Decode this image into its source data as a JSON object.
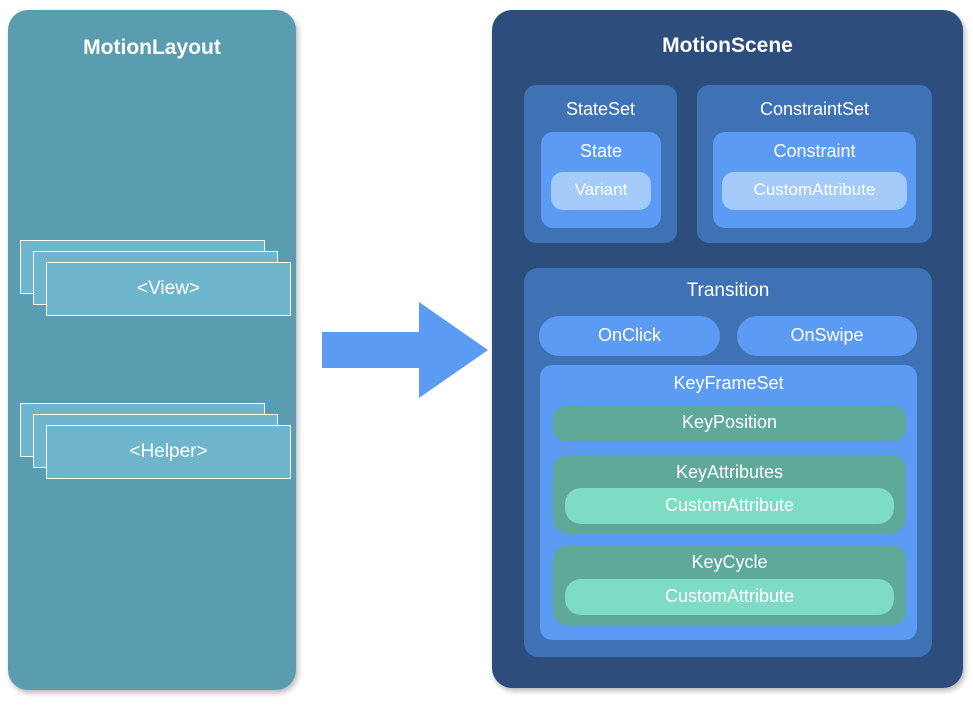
{
  "diagram": {
    "left_panel": {
      "title": "MotionLayout",
      "color": "#5a9cb0",
      "stacks": [
        {
          "label": "<View>",
          "color": "#6fb6cd",
          "count": 3
        },
        {
          "label": "<Helper>",
          "color": "#6fb6cd",
          "count": 3
        }
      ]
    },
    "arrow": {
      "name": "right-arrow",
      "color": "#5b9bf3",
      "direction": "right"
    },
    "right_panel": {
      "title": "MotionScene",
      "color": "#2d4d7d",
      "state_set": {
        "title": "StateSet",
        "color": "#3f72b4",
        "state": {
          "title": "State",
          "color": "#5b9bf3",
          "variant": {
            "title": "Variant",
            "color": "#a4cbfa"
          }
        }
      },
      "constraint_set": {
        "title": "ConstraintSet",
        "color": "#3f72b4",
        "constraint": {
          "title": "Constraint",
          "color": "#5b9bf3",
          "custom_attribute": {
            "title": "CustomAttribute",
            "color": "#a4cbfa"
          }
        }
      },
      "transition": {
        "title": "Transition",
        "color": "#3f72b4",
        "on_click": {
          "title": "OnClick",
          "color": "#5b9bf3"
        },
        "on_swipe": {
          "title": "OnSwipe",
          "color": "#5b9bf3"
        },
        "key_frame_set": {
          "title": "KeyFrameSet",
          "color": "#5b9bf3",
          "key_position": {
            "title": "KeyPosition",
            "color": "#5fa99b"
          },
          "key_attributes": {
            "title": "KeyAttributes",
            "color": "#5fa99b",
            "custom_attribute": {
              "title": "CustomAttribute",
              "color": "#7fdcc4"
            }
          },
          "key_cycle": {
            "title": "KeyCycle",
            "color": "#5fa99b",
            "custom_attribute": {
              "title": "CustomAttribute",
              "color": "#7fdcc4"
            }
          }
        }
      }
    }
  }
}
